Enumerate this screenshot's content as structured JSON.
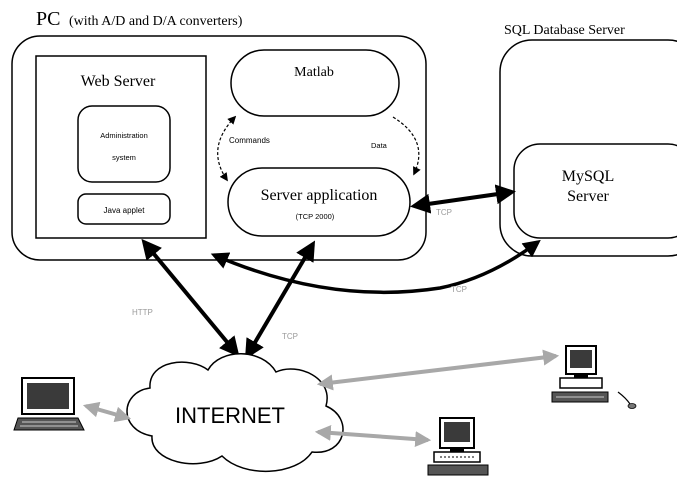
{
  "pc": {
    "label_pc": "PC",
    "label_suffix": "(with A/D and D/A converters)"
  },
  "sql": {
    "title": "SQL Database Server",
    "mysql_line1": "MySQL",
    "mysql_line2": "Server"
  },
  "web_server": {
    "title": "Web Server",
    "admin_line1": "Administration",
    "admin_line2": "system",
    "java_applet": "Java applet"
  },
  "matlab": {
    "title": "Matlab"
  },
  "server_app": {
    "title": "Server application",
    "subtitle": "(TCP 2000)"
  },
  "labels": {
    "commands": "Commands",
    "data": "Data",
    "tcp_right": "TCP",
    "tcp_bottom": "TCP",
    "tcp_middle": "TCP",
    "http": "HTTP"
  },
  "internet": {
    "label": "INTERNET"
  },
  "colors": {
    "line": "#000000",
    "gray_arrow": "#a8a8a8",
    "label_gray": "#9a9a9a"
  }
}
